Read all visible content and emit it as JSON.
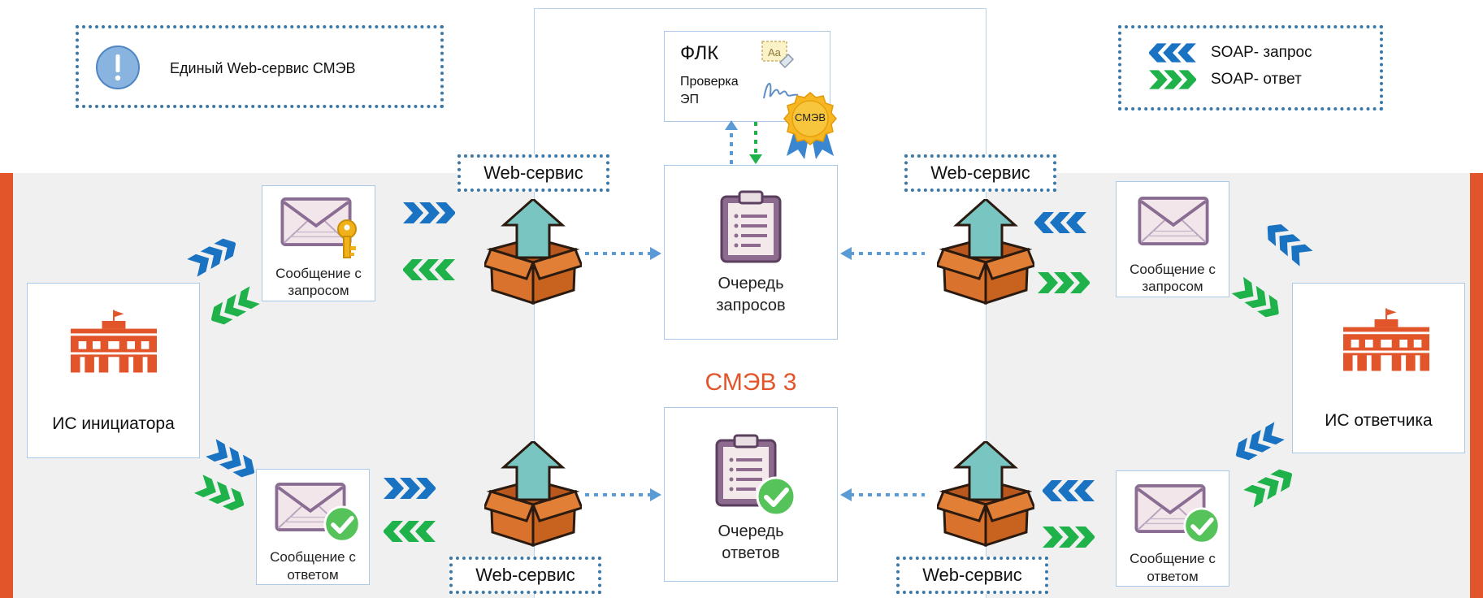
{
  "legend_left": {
    "text": "Единый Web-сервис СМЭВ"
  },
  "legend_right": {
    "request_label": "SOAP- запрос",
    "response_label": "SOAP- ответ"
  },
  "flk": {
    "title": "ФЛК",
    "subtitle_line1": "Проверка",
    "subtitle_line2": "ЭП",
    "seal_text": "СМЭВ"
  },
  "center": {
    "title": "СМЭВ 3"
  },
  "queues": {
    "requests_line1": "Очередь",
    "requests_line2": "запросов",
    "responses_line1": "Очередь",
    "responses_line2": "ответов"
  },
  "web_service_label": "Web-сервис",
  "messages": {
    "request_line1": "Сообщение с",
    "request_line2": "запросом",
    "response_line1": "Сообщение с",
    "response_line2": "ответом"
  },
  "initiator": {
    "label": "ИС инициатора"
  },
  "responder": {
    "label": "ИС ответчика"
  },
  "colors": {
    "accent": "#e2552b",
    "request_arrow": "#1a72c2",
    "response_arrow": "#1fb24a",
    "dotted_border": "#3b78a8",
    "band": "#f0f0f0"
  }
}
